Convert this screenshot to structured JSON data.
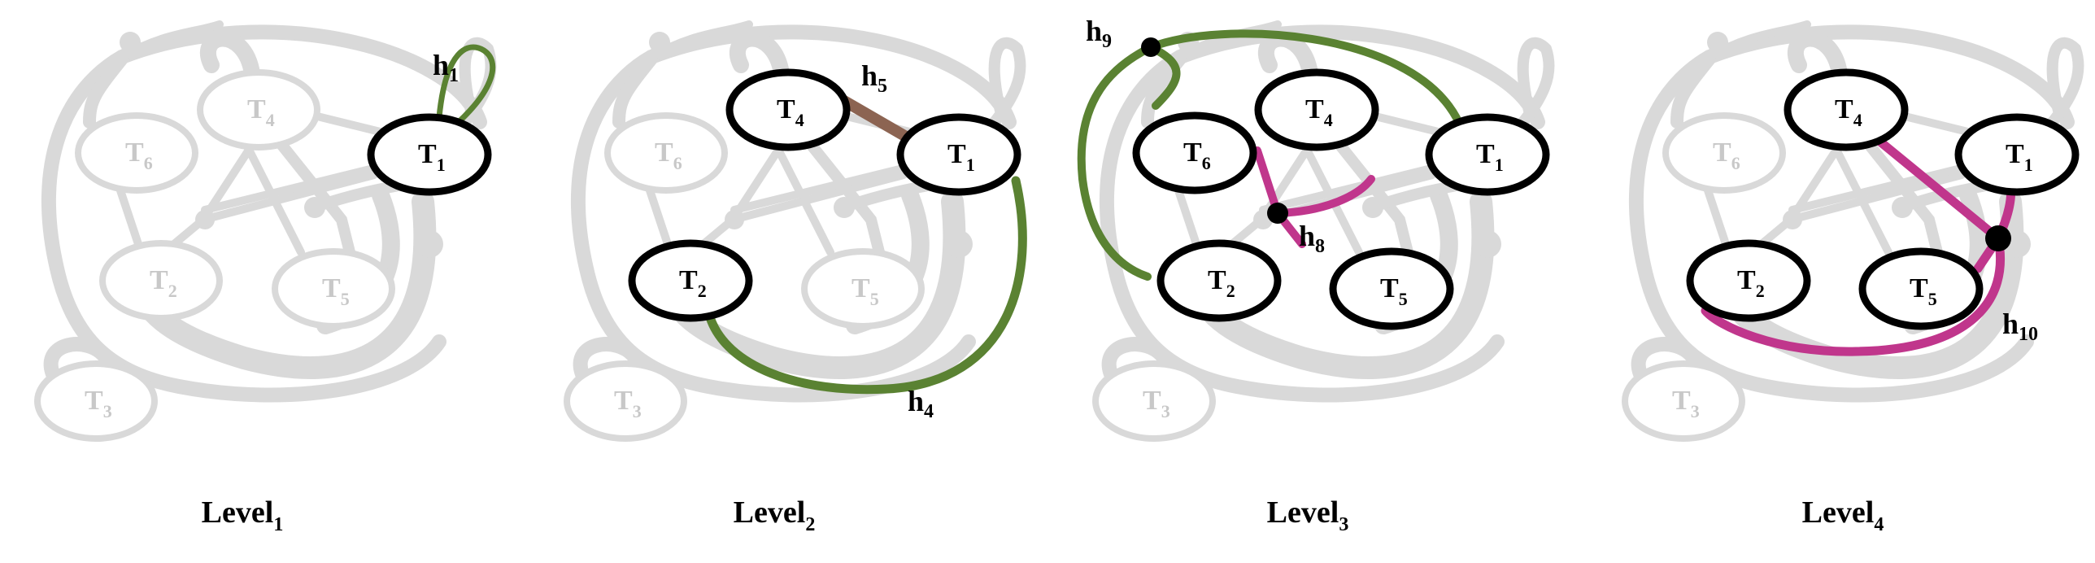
{
  "colors": {
    "faded": "#d9d9d9",
    "faded_text": "#c8c8c8",
    "active_node_stroke": "#000000",
    "green": "#5a8232",
    "brown": "#8c6452",
    "magenta": "#c0368c",
    "vertex": "#000000"
  },
  "nodes": {
    "T1": {
      "base": "T",
      "sub": "1"
    },
    "T2": {
      "base": "T",
      "sub": "2"
    },
    "T3": {
      "base": "T",
      "sub": "3"
    },
    "T4": {
      "base": "T",
      "sub": "4"
    },
    "T5": {
      "base": "T",
      "sub": "5"
    },
    "T6": {
      "base": "T",
      "sub": "6"
    }
  },
  "panels": [
    {
      "title": {
        "base": "Level",
        "sub": "1"
      },
      "active_nodes": [
        "T1"
      ],
      "hyperedges": [
        {
          "base": "h",
          "sub": "1",
          "color": "green",
          "kind": "self-loop",
          "nodes": [
            "T1"
          ]
        }
      ]
    },
    {
      "title": {
        "base": "Level",
        "sub": "2"
      },
      "active_nodes": [
        "T4",
        "T1",
        "T2"
      ],
      "hyperedges": [
        {
          "base": "h",
          "sub": "5",
          "color": "brown",
          "kind": "edge",
          "nodes": [
            "T4",
            "T1"
          ]
        },
        {
          "base": "h",
          "sub": "4",
          "color": "green",
          "kind": "edge",
          "nodes": [
            "T1",
            "T2"
          ]
        }
      ]
    },
    {
      "title": {
        "base": "Level",
        "sub": "3"
      },
      "active_nodes": [
        "T6",
        "T4",
        "T1",
        "T2",
        "T5"
      ],
      "hyperedges": [
        {
          "base": "h",
          "sub": "9",
          "color": "green",
          "kind": "hyperedge",
          "nodes": [
            "T6",
            "T2",
            "T1"
          ]
        },
        {
          "base": "h",
          "sub": "8",
          "color": "magenta",
          "kind": "hyperedge",
          "nodes": [
            "T4",
            "T1",
            "T5"
          ]
        }
      ]
    },
    {
      "title": {
        "base": "Level",
        "sub": "4"
      },
      "active_nodes": [
        "T4",
        "T1",
        "T2",
        "T5"
      ],
      "hyperedges": [
        {
          "base": "h",
          "sub": "10",
          "color": "magenta",
          "kind": "hyperedge",
          "nodes": [
            "T4",
            "T1",
            "T5",
            "T2"
          ]
        }
      ]
    }
  ]
}
